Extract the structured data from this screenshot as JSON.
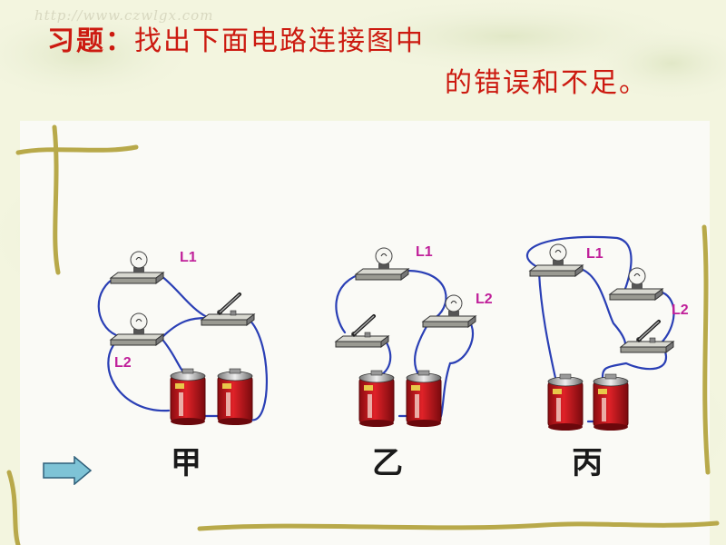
{
  "header": {
    "watermark": "http://www.czwlgx.com",
    "title_lead": "习题：",
    "title_rest": "找出下面电路连接图中",
    "title_line2": "的错误和不足。"
  },
  "circuits": [
    {
      "caption": "甲",
      "lamp1_label": "L1",
      "lamp2_label": "L2"
    },
    {
      "caption": "乙",
      "lamp1_label": "L1",
      "lamp2_label": "L2"
    },
    {
      "caption": "丙",
      "lamp1_label": "L1",
      "lamp2_label": "L2"
    }
  ],
  "colors": {
    "title": "#cc1a10",
    "wire": "#2a3fb5",
    "label": "#c0209a",
    "battery": "#c4161c",
    "arrow": "#7ec3d6"
  },
  "nav": {
    "next_icon": "right-arrow-icon"
  }
}
